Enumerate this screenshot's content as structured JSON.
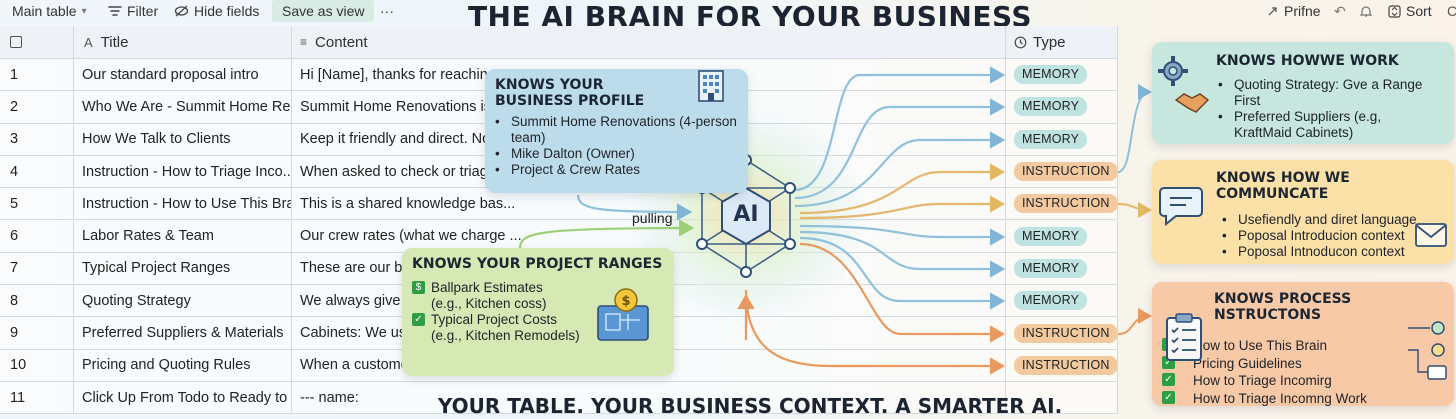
{
  "toolbar": {
    "view_name": "Main table",
    "filter": "Filter",
    "hide_fields": "Hide fields",
    "save_view": "Save as view",
    "more": "···",
    "profile": "Prifne",
    "sort": "Sort"
  },
  "headline": "THE AI BRAIN FOR YOUR BUSINESS",
  "footer": "YOUR TABLE. YOUR BUSINESS CONTEXT. A SMARTER AI.",
  "table": {
    "columns": {
      "title": "Title",
      "content": "Content",
      "type": "Type"
    },
    "rows": [
      {
        "num": "1",
        "title": "Our standard proposal intro",
        "content": "Hi [Name], thanks for reaching",
        "type": "MEMORY"
      },
      {
        "num": "2",
        "title": "Who We Are - Summit Home Re...",
        "content": "Summit Home Renovations is",
        "type": "MEMORY"
      },
      {
        "num": "3",
        "title": "How We Talk to Clients",
        "content": "Keep it friendly and direct. No",
        "type": "MEMORY"
      },
      {
        "num": "4",
        "title": "Instruction - How to Triage Inco...",
        "content": "When asked to check or triage",
        "type": "INSTRUCTION"
      },
      {
        "num": "5",
        "title": "Instruction - How to Use This Brain",
        "content": "This is a shared knowledge bas...",
        "type": "INSTRUCTION"
      },
      {
        "num": "6",
        "title": "Labor Rates & Team",
        "content": "Our crew rates (what we charge ...",
        "type": "MEMORY"
      },
      {
        "num": "7",
        "title": "Typical Project Ranges",
        "content": "These are our ball",
        "type": "MEMORY"
      },
      {
        "num": "8",
        "title": "Quoting Strategy",
        "content": "We always give a r",
        "type": "MEMORY"
      },
      {
        "num": "9",
        "title": "Preferred Suppliers & Materials",
        "content": "Cabinets: We use",
        "type": "INSTRUCTION"
      },
      {
        "num": "10",
        "title": "Pricing and Quoting Rules",
        "content": "When a customer",
        "type": "INSTRUCTION"
      },
      {
        "num": "11",
        "title": "Click Up From Todo to Ready to ...",
        "content": "--- name:",
        "type": ""
      }
    ]
  },
  "center": {
    "label": "AI",
    "pulling": "pulling"
  },
  "cards": {
    "profile": {
      "title": "KNOWS YOUR BUSINESS PROFILE",
      "items": [
        "Summit Home Renovations (4-person team)",
        "Mike Dalton (Owner)",
        "Project & Crew Rates"
      ]
    },
    "ranges": {
      "title": "KNOWS YOUR PROJECT RANGES",
      "items": [
        {
          "line1": "Ballpark Estimates",
          "line2": "(e.g., Kitchen coss)"
        },
        {
          "line1": "Typical Project Costs",
          "line2": "(e.g., Kitchen Remodels)"
        }
      ]
    },
    "work": {
      "title": "KNOWS HOWWE WORK",
      "items": [
        "Quoting Strategy: Gve a Range First",
        "Preferred Suppliers (e.g,",
        "KraftMaid Cabinets)"
      ]
    },
    "communicate": {
      "title": "KNOWS HOW WE COMMUNCATE",
      "items": [
        "Usefiendly and diret language",
        "Poposal Introducion context",
        "Poposal Intnoducon context"
      ]
    },
    "process": {
      "title": "KNOWS PROCESS NSTRUCTONS",
      "items": [
        "How to Use This Brain",
        "Pricing Guidelines",
        "How to Triage Incomirg",
        "How to Triage Incomng Work"
      ]
    }
  },
  "colors": {
    "memory_pill": "#bfe3e0",
    "instruction_pill": "#f3c9a0",
    "profile_card": "#bcdcec",
    "ranges_card": "#d6e9b4",
    "work_card": "#c6e6de",
    "communicate_card": "#fbe0a8",
    "process_card": "#f7c9a6"
  },
  "icons": [
    "chevron-down-icon",
    "filter-icon",
    "eye-slash-icon",
    "share-icon",
    "undo-icon",
    "bell-icon",
    "sort-icon",
    "checkbox-icon",
    "text-a-icon",
    "text-lines-icon",
    "clock-icon",
    "building-icon",
    "blueprint-icon",
    "gear-icon",
    "handshake-icon",
    "chat-icon",
    "envelope-icon",
    "clipboard-icon",
    "network-icon"
  ]
}
